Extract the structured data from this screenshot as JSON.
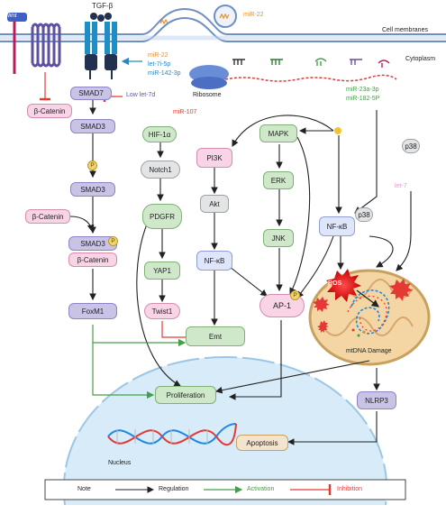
{
  "labels": {
    "wnt": "Wnt",
    "tgf_beta": "TGF-β",
    "cell_membranes": "Cell membranes",
    "cytoplasm": "Cytoplasm",
    "ribosome": "Ribosome",
    "nucleus": "Nucleus",
    "ros": "ROS",
    "mtdna_damage": "mtDNA  Damage",
    "p": "P"
  },
  "mirnas": {
    "vesicle": "miR-22",
    "receptor": [
      "miR-22",
      "let-7i-5p",
      "miR-142-3p"
    ],
    "low_let7d": "Low let-7d",
    "mir107": "miR-107",
    "mir23a_182": [
      "miR-23a-3p",
      "miR-182-5P"
    ],
    "let7": "let-7"
  },
  "nodes": {
    "beta_catenin_top": "β-Catenin",
    "smad7": "SMAD7",
    "smad3_a": "SMAD3",
    "smad3_b": "SMAD3",
    "beta_catenin_left": "β-Catenin",
    "smad3_complex": "SMAD3",
    "beta_catenin_complex": "β-Catenin",
    "foxm1": "FoxM1",
    "hif1a": "HIF-1α",
    "notch1": "Notch1",
    "pdgfr": "PDGFR",
    "yap1": "YAP1",
    "twist1": "Twist1",
    "pi3k": "PI3K",
    "akt": "Akt",
    "nfkb_mid": "NF-κB",
    "mapk": "MAPK",
    "erk": "ERK",
    "jnk": "JNK",
    "ap1": "AP-1",
    "nfkb_right": "NF-κB",
    "p38_a": "p38",
    "p38_b": "p38",
    "emt": "Emt",
    "proliferation": "Proliferation",
    "nlrp3": "NLRP3",
    "apoptosis": "Apoptosis"
  },
  "legend": {
    "note": "Note",
    "regulation": "Regulation",
    "activation": "Activation",
    "inhibition": "Inhibition"
  },
  "colors": {
    "orange": "#e8902a",
    "blue": "#2e86c1",
    "red": "#e53935",
    "purple": "#6c4fa3",
    "green": "#43a047",
    "lightpink": "#e39bc9",
    "membrane": "#6f8fc0",
    "nucleus_fill": "#d7ebf8",
    "mito_fill": "#f3d6a4",
    "mito_edge": "#c9a15e"
  }
}
